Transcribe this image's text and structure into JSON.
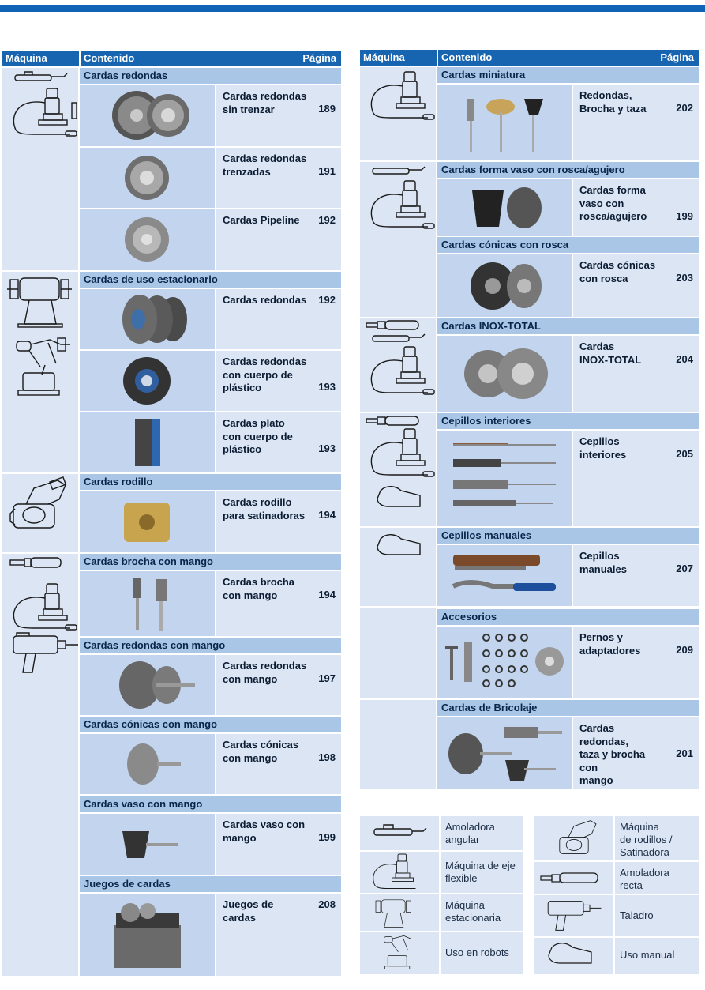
{
  "header": {
    "col_machine": "Máquina",
    "col_content": "Contenido",
    "col_page": "Página"
  },
  "left": {
    "s1": {
      "title": "Cardas redondas",
      "items": [
        {
          "desc": "Cardas redondas\nsin trenzar",
          "page": "189"
        },
        {
          "desc": "Cardas redondas\ntrenzadas",
          "page": "191"
        },
        {
          "desc": "Cardas Pipeline",
          "page": "192"
        }
      ]
    },
    "s2": {
      "title": "Cardas de uso estacionario",
      "items": [
        {
          "desc": "Cardas redondas",
          "page": "192"
        },
        {
          "desc": "Cardas redondas\ncon cuerpo de\nplástico",
          "page": "193"
        },
        {
          "desc": "Cardas plato\ncon cuerpo de\nplástico",
          "page": "193"
        }
      ]
    },
    "s3": {
      "title": "Cardas rodillo",
      "items": [
        {
          "desc": "Cardas rodillo\npara satinadoras",
          "page": "194"
        }
      ]
    },
    "s4": {
      "title": "Cardas brocha con mango",
      "items": [
        {
          "desc": "Cardas brocha\ncon mango",
          "page": "194"
        }
      ]
    },
    "s5": {
      "title": "Cardas redondas con mango",
      "items": [
        {
          "desc": "Cardas redondas\ncon mango",
          "page": "197"
        }
      ]
    },
    "s6": {
      "title": "Cardas cónicas con mango",
      "items": [
        {
          "desc": "Cardas cónicas\ncon mango",
          "page": "198"
        }
      ]
    },
    "s7": {
      "title": "Cardas vaso con mango",
      "items": [
        {
          "desc": "Cardas vaso con\nmango",
          "page": "199"
        }
      ]
    },
    "s8": {
      "title": "Juegos de cardas",
      "items": [
        {
          "desc": "Juegos de cardas",
          "page": "208"
        }
      ]
    }
  },
  "right": {
    "s1": {
      "title": "Cardas miniatura",
      "items": [
        {
          "desc": "Redondas,\nBrocha y taza",
          "page": "202"
        }
      ]
    },
    "s2": {
      "title": "Cardas forma vaso con rosca/agujero",
      "items": [
        {
          "desc": "Cardas forma\nvaso con\nrosca/agujero",
          "page": "199"
        }
      ]
    },
    "s3": {
      "title": "Cardas cónicas con rosca",
      "items": [
        {
          "desc": "Cardas cónicas\ncon rosca",
          "page": "203"
        }
      ]
    },
    "s4": {
      "title": "Cardas INOX-TOTAL",
      "items": [
        {
          "desc": "Cardas\nINOX-TOTAL",
          "page": "204"
        }
      ]
    },
    "s5": {
      "title": "Cepillos interiores",
      "items": [
        {
          "desc": "Cepillos\ninteriores",
          "page": "205"
        }
      ]
    },
    "s6": {
      "title": "Cepillos manuales",
      "items": [
        {
          "desc": "Cepillos\nmanuales",
          "page": "207"
        }
      ]
    },
    "s7": {
      "title": "Accesorios",
      "items": [
        {
          "desc": "Pernos y\nadaptadores",
          "page": "209"
        }
      ]
    },
    "s8": {
      "title": "Cardas de Bricolaje",
      "items": [
        {
          "desc": "Cardas redondas,\ntaza y brocha con\nmango",
          "page": "201"
        }
      ]
    }
  },
  "legend": [
    {
      "icon": "angle-grinder-icon",
      "label": "Amoladora\nangular"
    },
    {
      "icon": "flexible-shaft-machine-icon",
      "label": "Máquina de eje\nflexible"
    },
    {
      "icon": "bench-grinder-icon",
      "label": "Máquina\nestacionaria"
    },
    {
      "icon": "robot-arm-icon",
      "label": "Uso en robots"
    },
    {
      "icon": "roller-satin-machine-icon",
      "label": "Máquina\nde rodillos /\nSatinadora"
    },
    {
      "icon": "straight-grinder-icon",
      "label": "Amoladora\nrecta"
    },
    {
      "icon": "drill-icon",
      "label": "Taladro"
    },
    {
      "icon": "hand-icon",
      "label": "Uso manual"
    }
  ],
  "colors": {
    "header": "#1764b1",
    "section": "#aac6e6",
    "light": "#dbe5f3",
    "image_bg": "#c3d5ee"
  }
}
